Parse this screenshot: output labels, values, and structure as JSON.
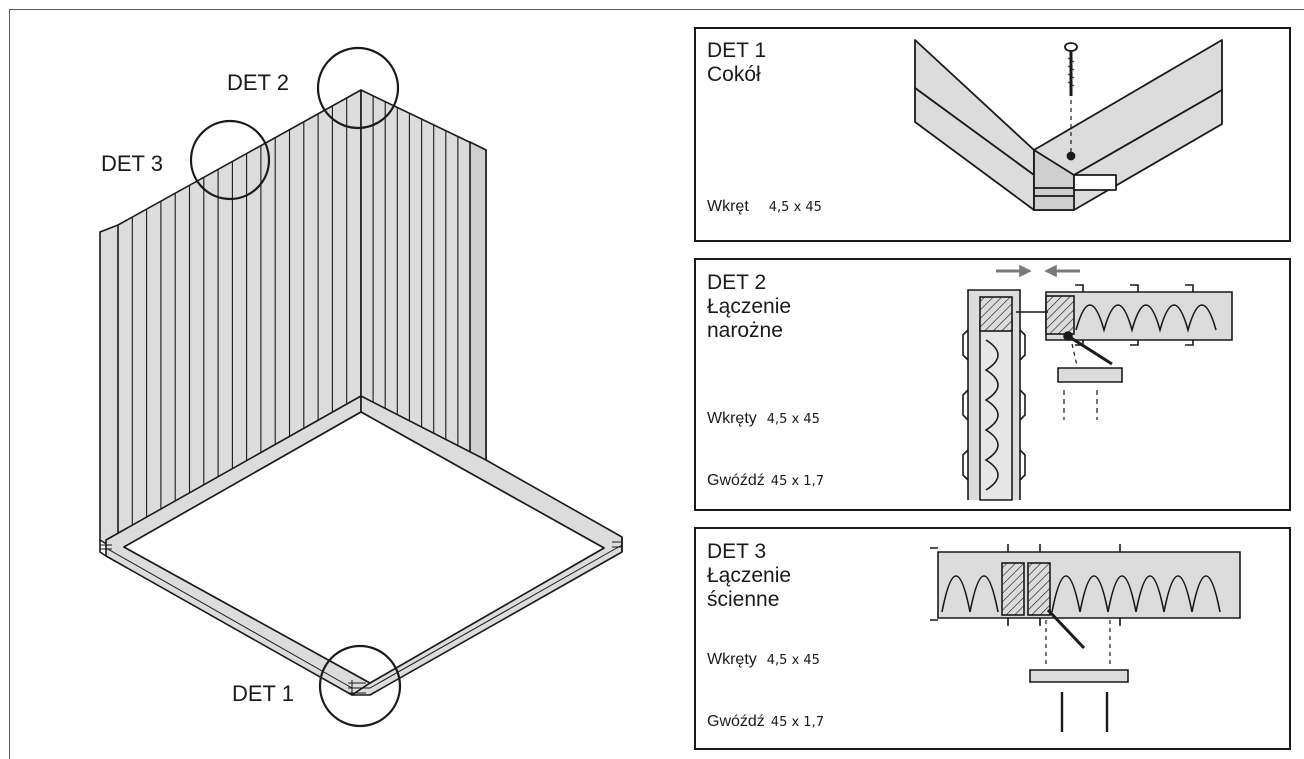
{
  "colors": {
    "fill": "#dcdcdc",
    "line": "#1a1a1a",
    "arrow": "#7a7a7a"
  },
  "callouts": {
    "det1": "DET 1",
    "det2": "DET 2",
    "det3": "DET 3"
  },
  "panels": [
    {
      "id": "det1",
      "title": "DET 1\nCokół",
      "parts": [
        {
          "name": "Wkręt",
          "value": "4,5 x 45"
        }
      ]
    },
    {
      "id": "det2",
      "title": "DET 2\nŁączenie\nnarożne",
      "parts": [
        {
          "name": "Wkręty",
          "value": "4,5 x 45"
        },
        {
          "name": "Gwóźdź",
          "value": "45 x 1,7"
        }
      ]
    },
    {
      "id": "det3",
      "title": "DET 3\nŁączenie\nścienne",
      "parts": [
        {
          "name": "Wkręty",
          "value": "4,5 x 45"
        },
        {
          "name": "Gwóźdź",
          "value": "45 x 1,7"
        }
      ]
    }
  ]
}
